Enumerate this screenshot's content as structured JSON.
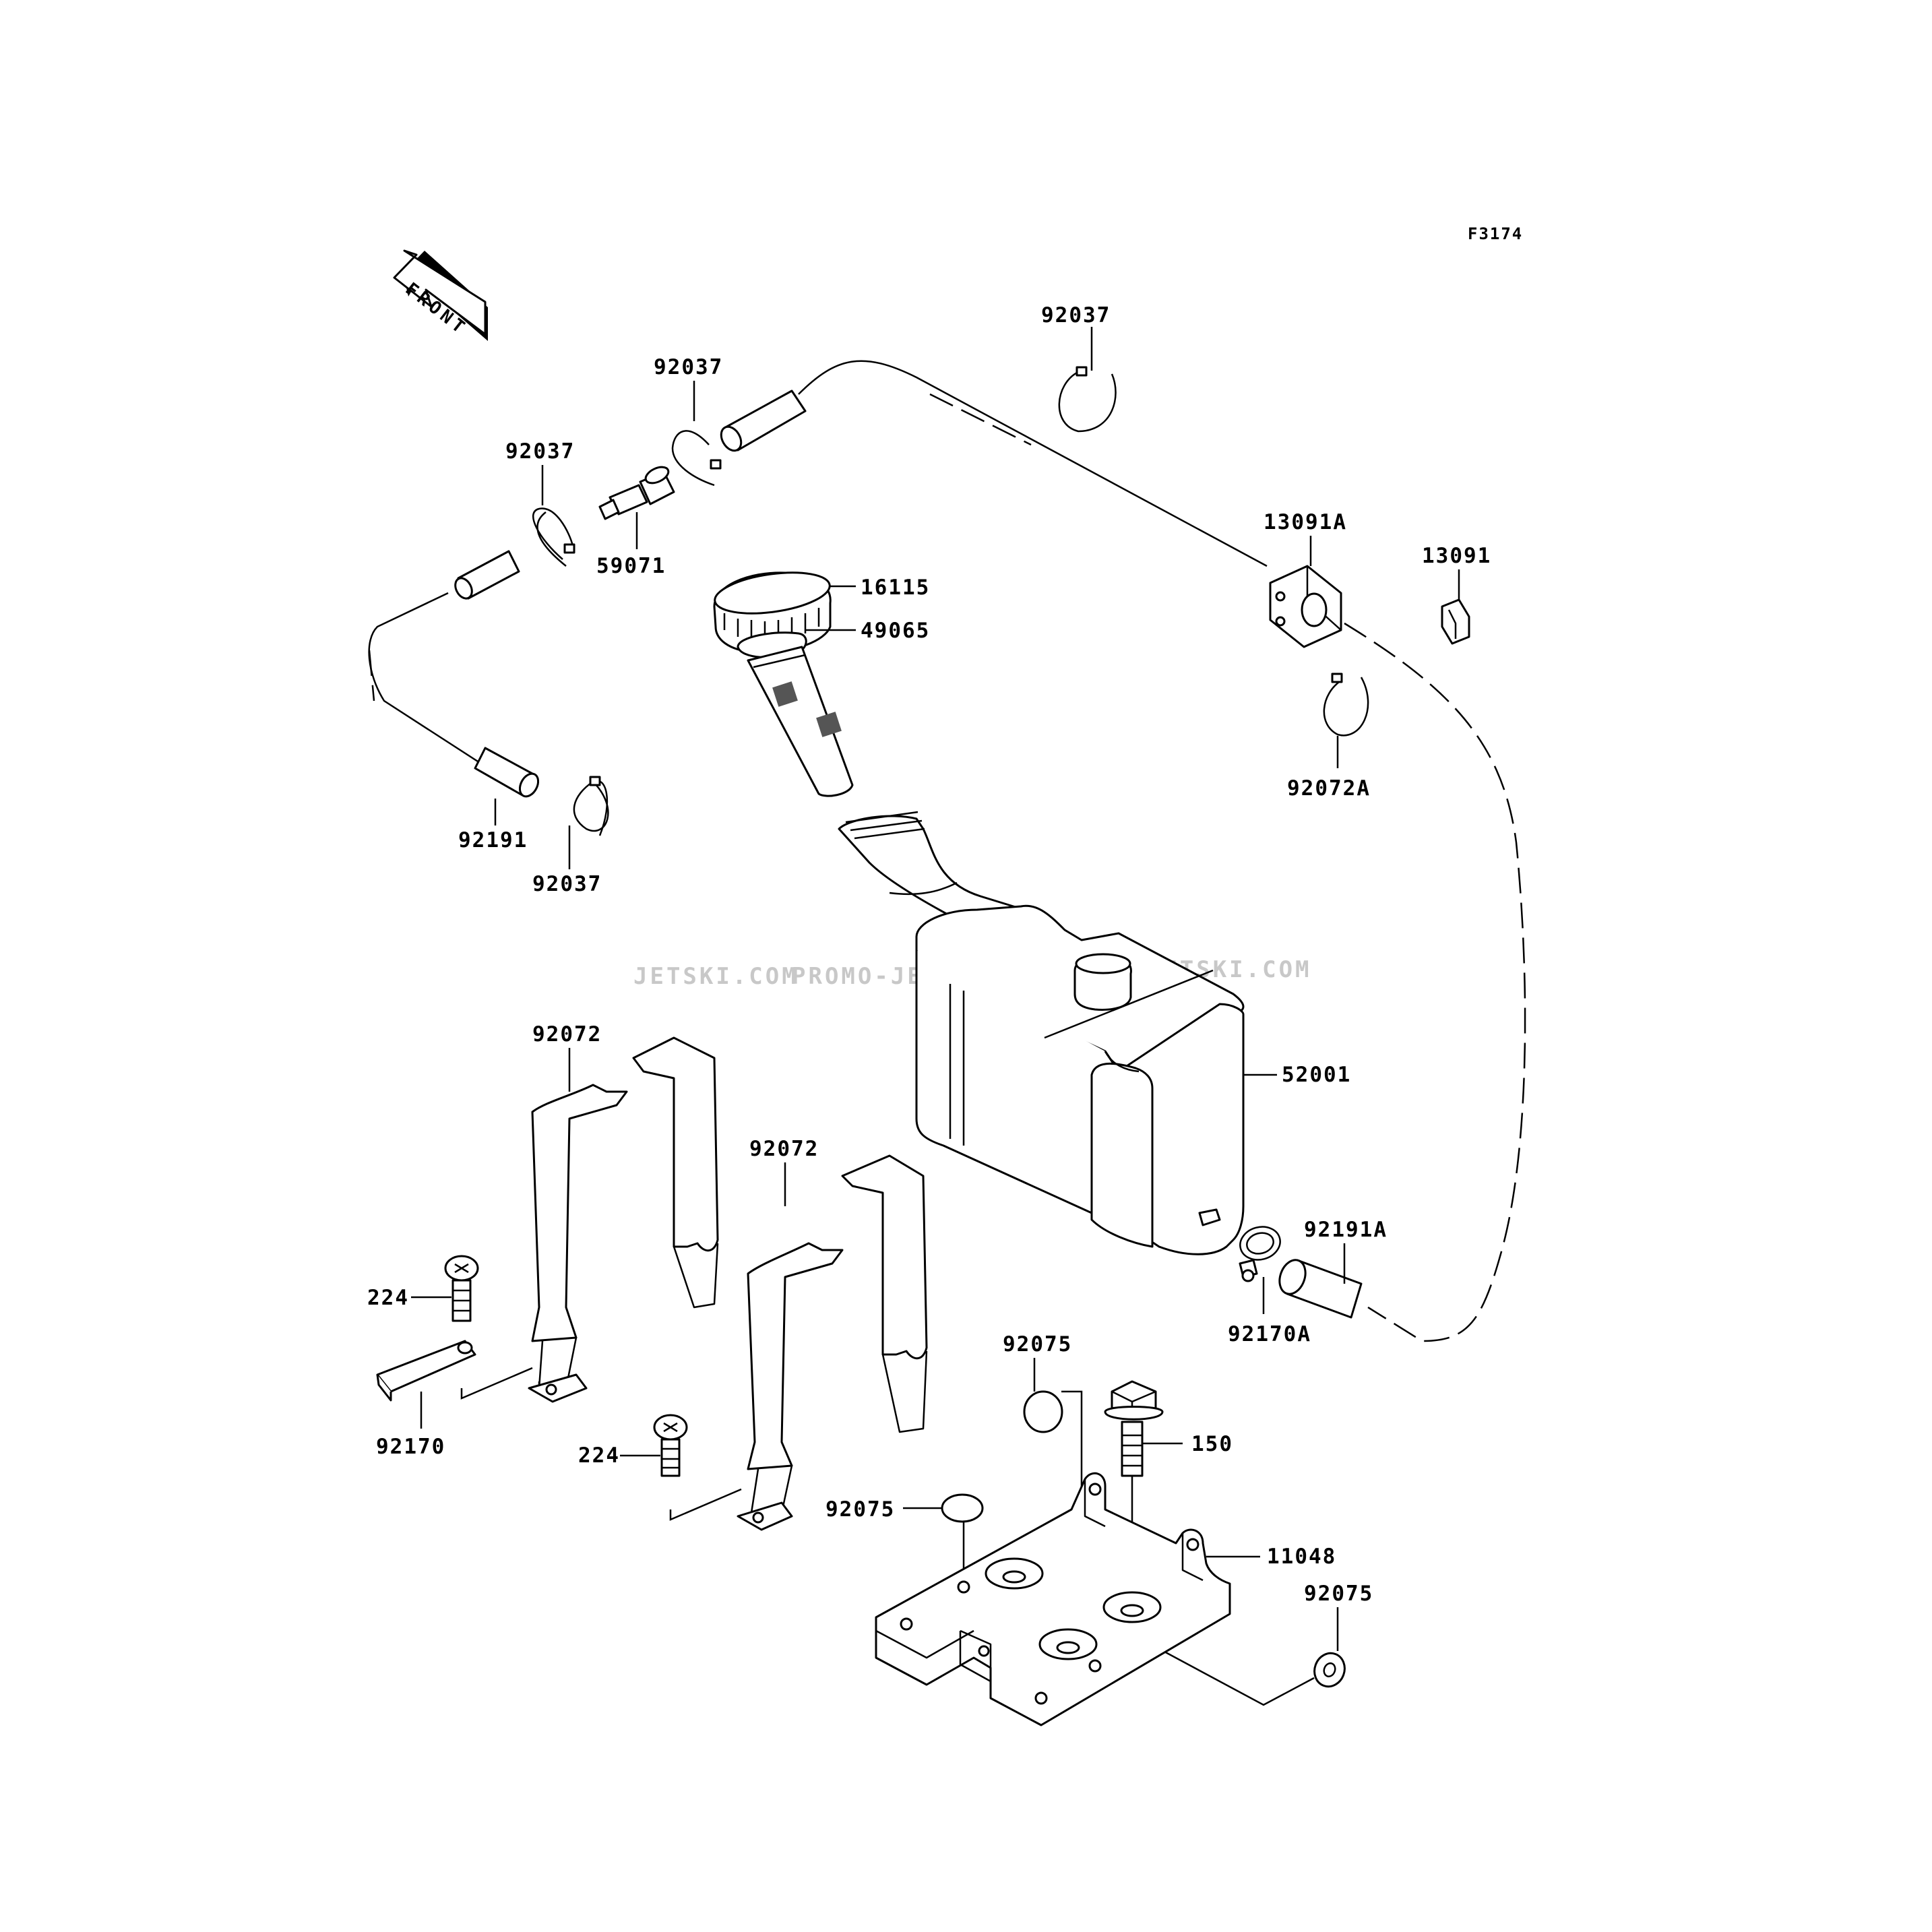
{
  "diagram": {
    "figure_code": "F3174",
    "front_marker": "FRONT",
    "watermarks": [
      "JETSKI.COM",
      "PROMO-JETSKI.COM",
      "PROMO-JETSKI.COM"
    ],
    "part_labels": {
      "clamp_92037_top": "92037",
      "clamp_92037_a": "92037",
      "clamp_92037_b": "92037",
      "clamp_92037_c": "92037",
      "valve_59071": "59071",
      "cap_16115": "16115",
      "strainer_49065": "49065",
      "holder_13091a": "13091A",
      "clip_13091": "13091",
      "clamp_92072a": "92072A",
      "hose_92191": "92191",
      "tank_52001": "52001",
      "band_92072_a": "92072",
      "band_92072_b": "92072",
      "clamp_92170a": "92170A",
      "hose_92191a": "92191A",
      "bolt_224_a": "224",
      "bolt_224_b": "224",
      "band_92170": "92170",
      "plug_92075_a": "92075",
      "plug_92075_b": "92075",
      "plug_92075_c": "92075",
      "bolt_150": "150",
      "bracket_11048": "11048"
    }
  }
}
